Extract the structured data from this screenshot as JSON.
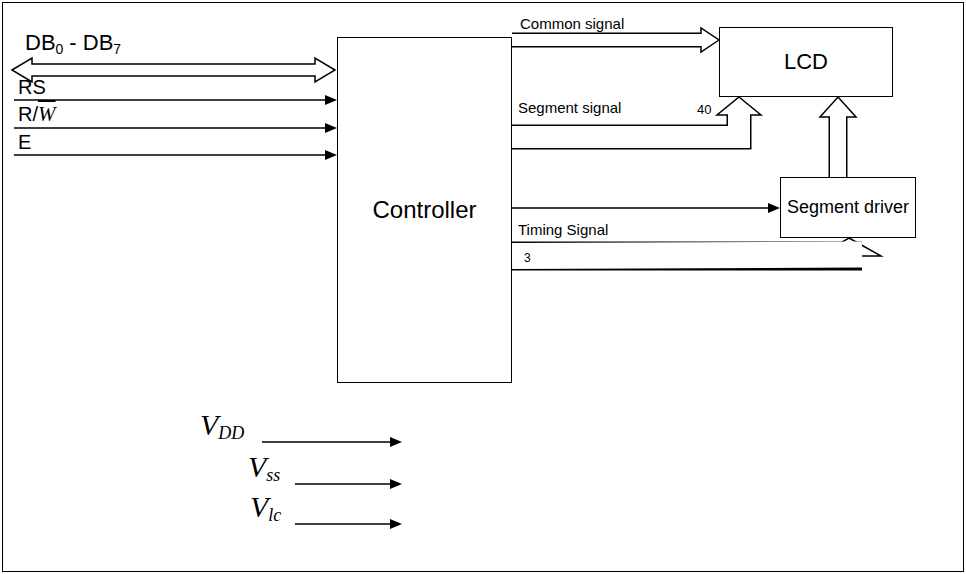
{
  "diagram": {
    "nodes": [
      {
        "text": [
          "Controller"
        ]
      },
      {
        "text": [
          "LCD"
        ]
      },
      {
        "text": [
          "Segment driver"
        ]
      }
    ],
    "edges": [
      {
        "from": 0,
        "to": 1,
        "label": "Common signal",
        "arrow": "to"
      },
      {
        "from": 0,
        "to": 1,
        "label": "Segment signal",
        "arrow": "to"
      },
      {
        "from": 0,
        "to": 2,
        "arrow": "to"
      },
      {
        "from": 0,
        "to": 2,
        "label": "Timing Signal",
        "arrow": "to"
      },
      {
        "from": 2,
        "to": 1,
        "arrow": "to"
      }
    ],
    "labels": [
      "DB",
      "0",
      "- DB",
      "7",
      "RS",
      "R/",
      "W",
      "E",
      "40",
      "3",
      "V",
      "DD",
      "V",
      "ss",
      "V",
      "lc"
    ]
  }
}
